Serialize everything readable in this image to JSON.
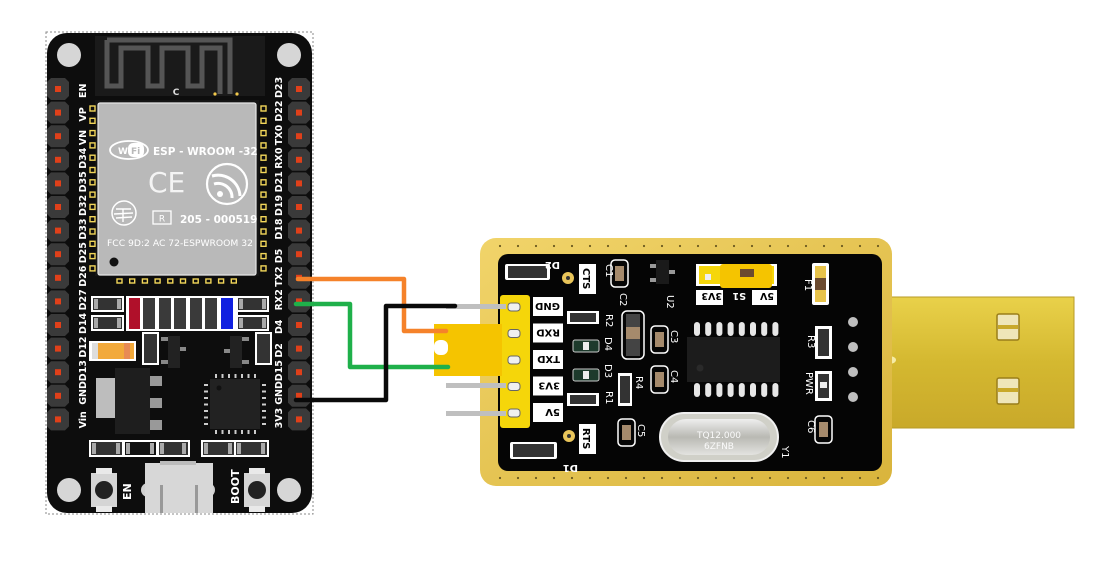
{
  "esp32_board": {
    "module": {
      "title": "ESP - WROOM -32",
      "wifi_logo": "WiFi",
      "ce_mark": "CE",
      "r_mark": "R",
      "cert_number": "205 - 000519",
      "fcc_line": "FCC 9D:2 AC 72-ESPWROOM  32",
      "antenna_label": "C"
    },
    "left_pins": [
      "EN",
      "VP",
      "VN",
      "D34",
      "D35",
      "D32",
      "D33",
      "D25",
      "D26",
      "D27",
      "D14",
      "D12",
      "D13",
      "GND",
      "Vin"
    ],
    "right_pins": [
      "D23",
      "D22",
      "TX0",
      "RX0",
      "D21",
      "D19",
      "D18",
      "D5",
      "TX2",
      "RX2",
      "D4",
      "D2",
      "D15",
      "GND",
      "3V3"
    ],
    "buttons": {
      "en_label": "EN",
      "boot_label": "BOOT"
    },
    "colors": {
      "board": "#0d0d0d",
      "pin_header": "#3a3a3a",
      "pin_dot": "#e0401a",
      "red_led": "#b0102a",
      "blue_led": "#1020e0",
      "orange_cap": "#f2a93b"
    }
  },
  "usb_ttl_adapter": {
    "header_pins": [
      "GND",
      "RXD",
      "TXD",
      "3V3",
      "5V"
    ],
    "silkscreen": {
      "cts": "CTS",
      "rts": "RTS",
      "d1": "D1",
      "d2": "D2",
      "d3": "D3",
      "d4": "D4",
      "r1": "R1",
      "r2": "R2",
      "r3": "R3",
      "r4": "R4",
      "c1": "C1",
      "c2": "C2",
      "c3": "C3",
      "c4": "C4",
      "c5": "C5",
      "c6": "C6",
      "u2": "U2",
      "f1": "F1",
      "y1": "Y1",
      "pwr": "PWR",
      "jumper_3v3": "3V3",
      "jumper_s1": "S1",
      "jumper_5v": "5V"
    },
    "crystal": {
      "line1": "TQ12.000",
      "line2": "6ZFNB"
    },
    "colors": {
      "board": "#000000",
      "frame": "#e8c34a",
      "header": "#f5d60a",
      "jumper": "#f5c400",
      "usb_plug": "#d8bf3a"
    }
  },
  "wires": [
    {
      "from": "TX2",
      "to": "RXD",
      "color": "#f5822a"
    },
    {
      "from": "RX2",
      "to": "TXD",
      "color": "#1fb04a"
    },
    {
      "from": "GND",
      "to": "GND",
      "color": "#0a0a0a"
    }
  ]
}
